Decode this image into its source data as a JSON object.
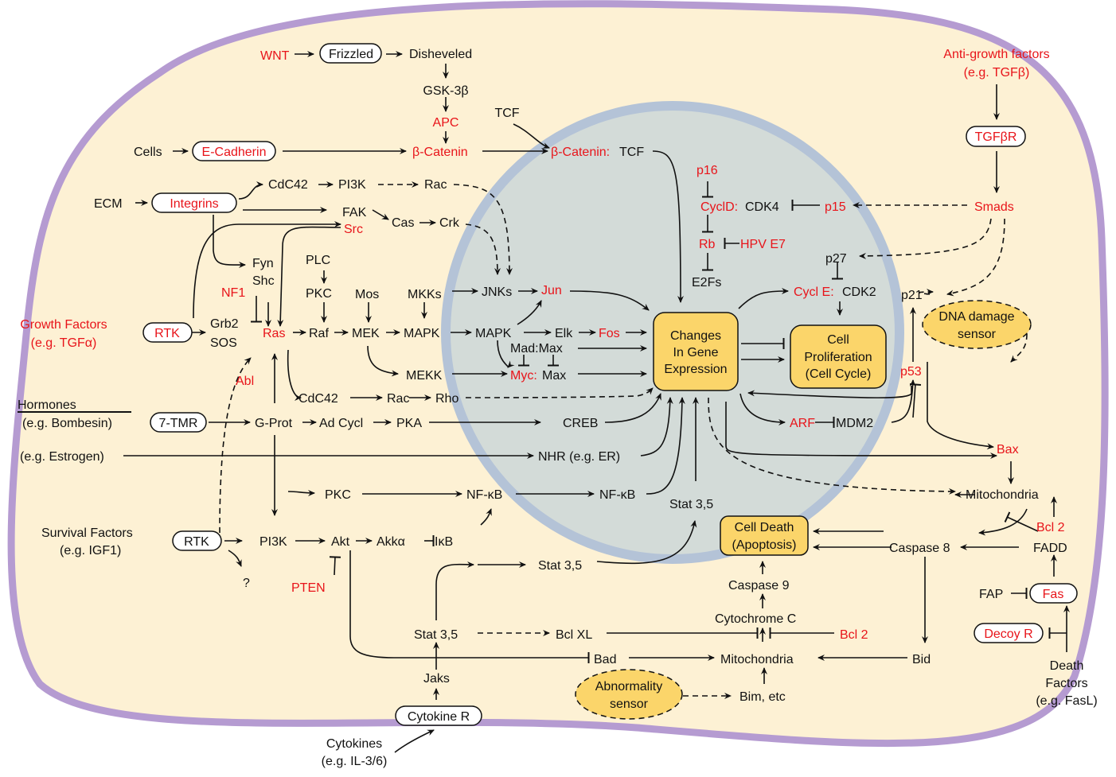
{
  "colors": {
    "membrane": "#b59bd1",
    "cytoplasm": "#fdf1d4",
    "nucleus_ring": "#b4c3d7",
    "nucleus": "#d3dbd8",
    "box_fill": "#fbd56a",
    "red_text": "#e8141a"
  },
  "labels": {
    "wnt": "WNT",
    "frizzled": "Frizzled",
    "disheveled": "Disheveled",
    "gsk3b": "GSK-3β",
    "apc": "APC",
    "tcf": "TCF",
    "cells": "Cells",
    "ecadherin": "E-Cadherin",
    "bcatenin": "β-Catenin",
    "bcat_tcf_a": "β-Catenin:",
    "bcat_tcf_b": "TCF",
    "anti_growth_1": "Anti-growth factors",
    "anti_growth_2": "(e.g. TGFβ)",
    "tgfbr": "TGFβR",
    "smads": "Smads",
    "ecm": "ECM",
    "integrins": "Integrins",
    "cdc42_top": "CdC42",
    "pi3k_top": "PI3K",
    "rac_top": "Rac",
    "fak": "FAK",
    "src": "Src",
    "cas": "Cas",
    "crk": "Crk",
    "p16": "p16",
    "cycld": "CyclD:",
    "cdk4": "CDK4",
    "p15": "p15",
    "rb": "Rb",
    "hpve7": "HPV E7",
    "e2fs": "E2Fs",
    "p27": "p27",
    "fyn": "Fyn",
    "shc": "Shc",
    "nf1": "NF1",
    "plc": "PLC",
    "pkc": "PKC",
    "mos": "Mos",
    "mkks": "MKKs",
    "jnks": "JNKs",
    "jun": "Jun",
    "growth_1": "Growth Factors",
    "growth_2": "(e.g. TGFα)",
    "rtk": "RTK",
    "grb2": "Grb2",
    "sos": "SOS",
    "ras": "Ras",
    "raf": "Raf",
    "mek": "MEK",
    "mapk1": "MAPK",
    "mapk2": "MAPK",
    "elk": "Elk",
    "fos": "Fos",
    "madmax": "Mad:Max",
    "mekk": "MEKK",
    "myc": "Myc:",
    "max": "Max",
    "changes_1": "Changes",
    "changes_2": "In Gene",
    "changes_3": "Expression",
    "cell_prolif_1": "Cell",
    "cell_prolif_2": "Proliferation",
    "cell_prolif_3": "(Cell Cycle)",
    "cycle": "Cycl E:",
    "cdk2": "CDK2",
    "p21": "p21",
    "dna_1": "DNA damage",
    "dna_2": "sensor",
    "p53": "p53",
    "abl": "Abl",
    "cdc42_mid": "CdC42",
    "rac_mid": "Rac",
    "rho": "Rho",
    "hormones": "Hormones",
    "bombesin": "(e.g. Bombesin)",
    "tmr": "7-TMR",
    "gprot": "G-Prot",
    "adcycl": "Ad Cycl",
    "pka": "PKA",
    "creb": "CREB",
    "arf": "ARF",
    "mdm2": "MDM2",
    "estrogen": "(e.g. Estrogen)",
    "nhr": "NHR (e.g. ER)",
    "bax": "Bax",
    "mito_right": "Mitochondria",
    "pkc2": "PKC",
    "nfkb1": "NF-κB",
    "nfkb2": "NF-κB",
    "stat35_a": "Stat 3,5",
    "bcl2_right": "Bcl 2",
    "survival_1": "Survival Factors",
    "survival_2": "(e.g. IGF1)",
    "rtk2": "RTK",
    "pi3k2": "PI3K",
    "akt": "Akt",
    "akka": "Akkα",
    "ikb": "IκB",
    "question": "?",
    "pten": "PTEN",
    "death_1": "Cell Death",
    "death_2": "(Apoptosis)",
    "casp8": "Caspase 8",
    "fadd": "FADD",
    "stat35_b": "Stat 3,5",
    "casp9": "Caspase 9",
    "fap": "FAP",
    "fas": "Fas",
    "cytc": "Cytochrome C",
    "stat35_c": "Stat 3,5",
    "bclxl": "Bcl XL",
    "bcl2_low": "Bcl 2",
    "decoy": "Decoy R",
    "bad": "Bad",
    "mito_low": "Mitochondria",
    "bid": "Bid",
    "jaks": "Jaks",
    "abn_1": "Abnormality",
    "abn_2": "sensor",
    "bim": "Bim, etc",
    "deathf_1": "Death",
    "deathf_2": "Factors",
    "deathf_3": "(e.g. FasL)",
    "cytokine_r": "Cytokine R",
    "cytokines_1": "Cytokines",
    "cytokines_2": "(e.g. IL-3/6)"
  }
}
